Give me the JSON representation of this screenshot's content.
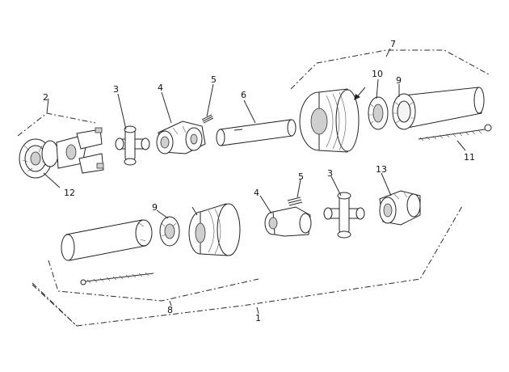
{
  "diagram": {
    "labels": {
      "n1": "1",
      "n2": "2",
      "n3a": "3",
      "n3b": "3",
      "n4a": "4",
      "n4b": "4",
      "n5a": "5",
      "n5b": "5",
      "n6": "6",
      "n7": "7",
      "n8": "8",
      "n9a": "9",
      "n9b": "9",
      "n10": "10",
      "n11": "11",
      "n12": "12",
      "n13": "13"
    }
  }
}
